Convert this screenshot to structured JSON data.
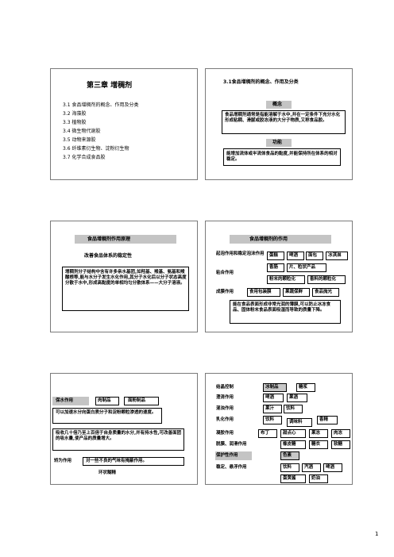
{
  "slide1": {
    "title": "第三章 增稠剂",
    "items": [
      "3.1 食品增稠剂的概念、作用及分类",
      "3.2 海藻胶",
      "3.3 植物胶",
      "3.4 微生物代谢胶",
      "3.5 动物来源胶",
      "3.6 纤维素衍生物、淀粉衍生物",
      "3.7 化学合成食品胶"
    ]
  },
  "slide2": {
    "title": "3.1食品增稠剂的概念、作用及分类",
    "concept_label": "概念",
    "concept_text": "食品增稠剂通常是指能溶解于水中,并在一定条件下充分水化形成粘稠、滑腻或胶冻液的大分子物质,又称食品胶。",
    "function_label": "功能",
    "function_text": "能增加流体或半流体食品的黏度,并能保持所在体系的相对稳定。"
  },
  "slide3": {
    "title": "食品增稠剂作用原理",
    "subtitle": "改善食品体系的稳定性",
    "text": "增稠剂分子结构中含有许多亲水基团,如羟基、羧基、氨基和羧酸根等,能与水分子发生水化作用,其分子水化后以分子状态高度分散于水中,形成高黏度的单相均匀分散体系——大分子溶液。"
  },
  "slide4": {
    "title": "食品增稠剂的作用",
    "row1_label": "起泡作用和稳定泡沫作用",
    "row1_items": [
      "蛋糕",
      "啤酒",
      "面包",
      "冰淇淋"
    ],
    "row2_label": "粘合作用",
    "row2_items": [
      "香肠",
      "片、粒状产品"
    ],
    "row2b_items": [
      "粉末的颗粒化",
      "香料的颗粒化"
    ],
    "row3_label": "成膜作用",
    "row3_items": [
      "食用包装膜",
      "果蔬保鲜",
      "食品抛光"
    ],
    "row3_text": "能在食品表面形成非常光润的薄膜,可以防止冰冻食品、固体粉末食品表面吸湿而导致的质量下降。"
  },
  "slide5": {
    "row1_label": "保水作用",
    "row1_items": [
      "肉制品",
      "面粉制品"
    ],
    "text1": "可以加速水分向蛋白质分子和淀粉颗粒渗透的速度。",
    "text2": "吸收几十倍乃至上百倍于自身质量的水分,并有持水性,可改善面团的吸水量,使产品的质量增大。",
    "row2_label": "矫为作用",
    "row2_text": "对一些不良的气味有掩蔽作用。",
    "footer": "环状糊精"
  },
  "slide6": {
    "rows": [
      {
        "label": "结晶控制",
        "items": [
          "冰制品",
          "糖浆"
        ]
      },
      {
        "label": "澄清作用",
        "items": [
          "啤酒",
          "果酒"
        ]
      },
      {
        "label": "混浊作用",
        "items": [
          "果汁",
          "饮料"
        ]
      },
      {
        "label": "乳化作用",
        "items": [
          "饮料",
          "调味料",
          "香精"
        ]
      },
      {
        "label": "凝胶作用",
        "items": [
          "布丁",
          "甜点心",
          "果冻",
          "肉冻"
        ]
      },
      {
        "label": "脱膜、润滑作用",
        "items": [
          "橡皮糖",
          "糖衣",
          "软糖"
        ]
      },
      {
        "label": "保护性作用",
        "items": [
          "色素"
        ]
      },
      {
        "label": "稳定、悬浮作用",
        "items": [
          "饮料",
          "汽酒",
          "啤酒"
        ]
      },
      {
        "label": "",
        "items": [
          "蛋黄酱",
          "奶油"
        ]
      }
    ]
  },
  "page_number": "1"
}
